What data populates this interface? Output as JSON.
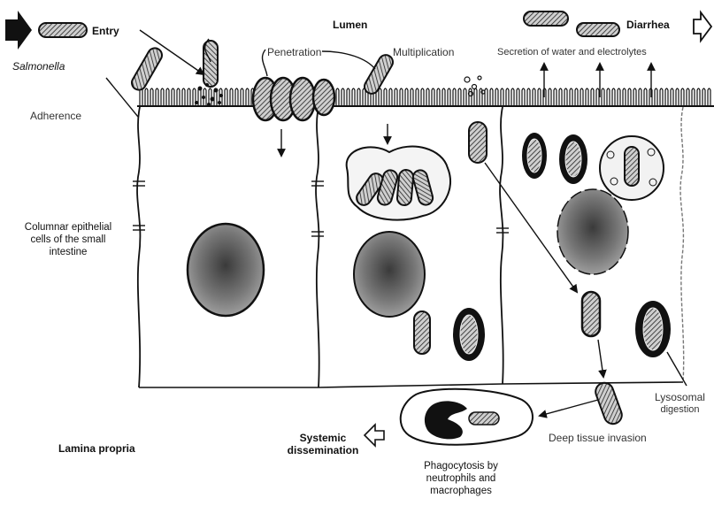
{
  "labels": {
    "salmonella": "Salmonella",
    "entry": "Entry",
    "lumen": "Lumen",
    "diarrhea": "Diarrhea",
    "adherence": "Adherence",
    "penetration": "Penetration",
    "multiplication": "Multiplication",
    "secretion": "Secretion of water and electrolytes",
    "columnar_line1": "Columnar epithelial",
    "columnar_line2": "cells of the small",
    "columnar_line3": "intestine",
    "lysosomal_line1": "Lysosomal",
    "lysosomal_line2": "digestion",
    "deep_tissue": "Deep tissue invasion",
    "lamina_propria": "Lamina propria",
    "systemic_line1": "Systemic",
    "systemic_line2": "dissemination",
    "phago_line1": "Phagocytosis by",
    "phago_line2": "neutrophils and",
    "phago_line3": "macrophages"
  },
  "colors": {
    "ink": "#111111",
    "bacterium_fill": "#bdbdbd",
    "nucleus_fill": "#7d7d7d",
    "phagocyte_fill": "#111111"
  }
}
